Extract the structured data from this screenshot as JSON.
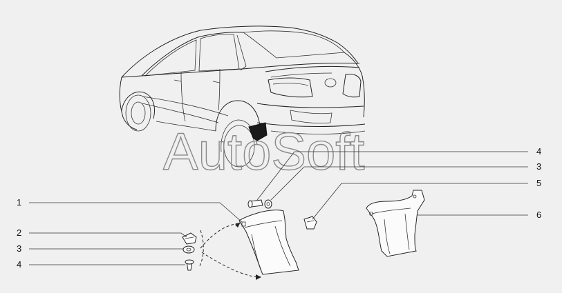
{
  "watermark": "AutoSoft",
  "callouts": [
    {
      "id": "c1",
      "number": "1"
    },
    {
      "id": "c2",
      "number": "2"
    },
    {
      "id": "c3a",
      "number": "3"
    },
    {
      "id": "c4a",
      "number": "4"
    },
    {
      "id": "c4b",
      "number": "4"
    },
    {
      "id": "c3b",
      "number": "3"
    },
    {
      "id": "c5",
      "number": "5"
    },
    {
      "id": "c6",
      "number": "6"
    }
  ],
  "colors": {
    "background": "#f0f0f0",
    "line": "#222222",
    "watermark": "#8a8a8a"
  }
}
